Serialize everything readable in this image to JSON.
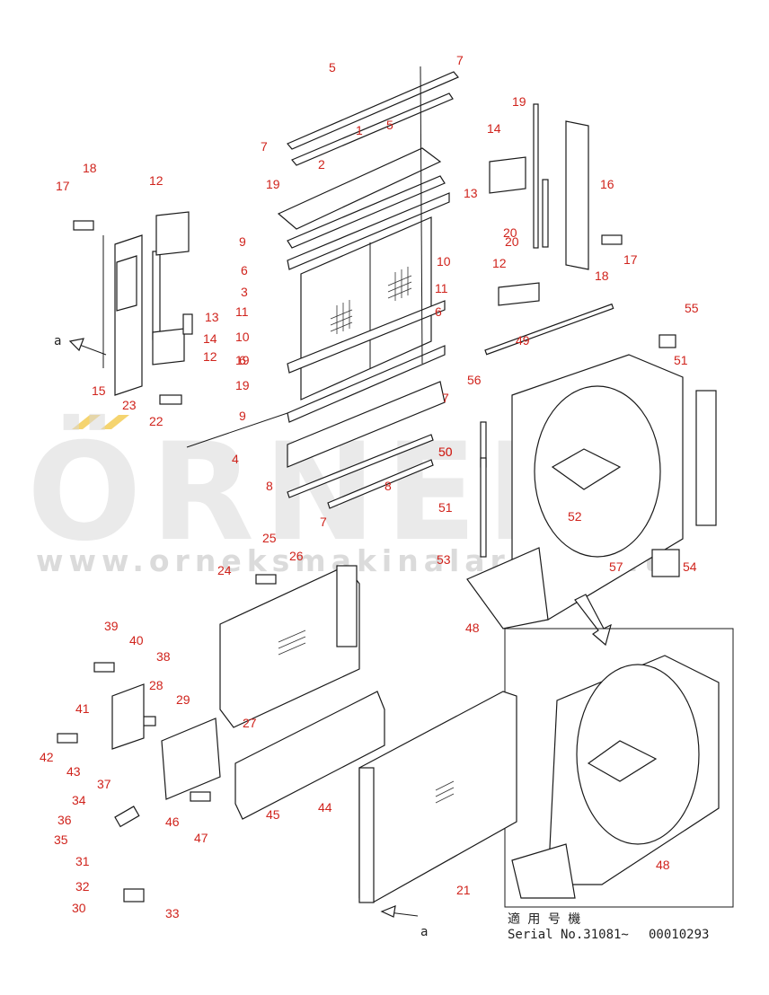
{
  "watermark": {
    "brand": "ÖRNEK",
    "url": "www.orneksmakinalari.com.tr"
  },
  "colors": {
    "callout": "#d0231c",
    "watermark": "#d9d9d9",
    "watermark_accent": "#f1c232"
  },
  "views": {
    "arrow_label_top": "a",
    "arrow_label_bottom": "a"
  },
  "serial": {
    "applicable_label": "適 用 号 機",
    "serial_text": "Serial No.31081~",
    "code": "00010293"
  },
  "callouts": [
    "5",
    "7",
    "5",
    "1",
    "7",
    "2",
    "19",
    "12",
    "19",
    "14",
    "13",
    "20",
    "16",
    "18",
    "17",
    "12",
    "9",
    "6",
    "10",
    "3",
    "11",
    "11",
    "10",
    "6",
    "19",
    "20",
    "18",
    "17",
    "15",
    "23",
    "22",
    "14",
    "13",
    "12",
    "6",
    "19",
    "9",
    "7",
    "4",
    "8",
    "8",
    "7",
    "50",
    "55",
    "49",
    "51",
    "56",
    "50",
    "51",
    "52",
    "53",
    "57",
    "54",
    "48",
    "25",
    "26",
    "24",
    "39",
    "40",
    "38",
    "28",
    "41",
    "29",
    "42",
    "43",
    "27",
    "37",
    "34",
    "36",
    "35",
    "46",
    "47",
    "45",
    "44",
    "31",
    "32",
    "30",
    "33",
    "21",
    "48"
  ]
}
